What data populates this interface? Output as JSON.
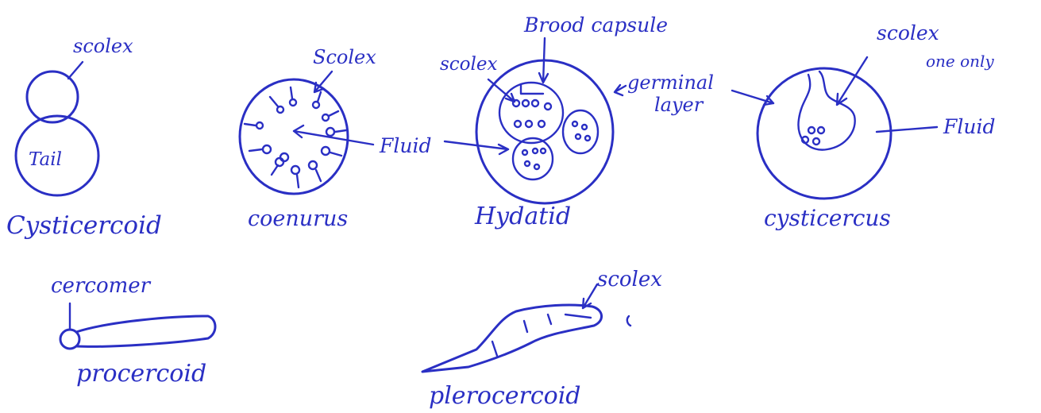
{
  "ink_color": "#2a2fc4",
  "labels": {
    "cysticercoid": {
      "scolex": "scolex",
      "tail": "Tail",
      "name": "Cysticercoid"
    },
    "coenurus": {
      "scolex": "Scolex",
      "name": "coenurus"
    },
    "fluid_shared": "Fluid",
    "hydatid": {
      "brood_capsule": "Brood capsule",
      "scolex": "scolex",
      "germinal": "germinal",
      "layer": "layer",
      "name": "Hydatid"
    },
    "cysticercus": {
      "scolex": "scolex",
      "one_only": "one only",
      "fluid": "Fluid",
      "name": "cysticercus"
    },
    "procercoid": {
      "cercomer": "cercomer",
      "name": "procercoid"
    },
    "plerocercoid": {
      "scolex": "scolex",
      "name": "plerocercoid"
    }
  }
}
